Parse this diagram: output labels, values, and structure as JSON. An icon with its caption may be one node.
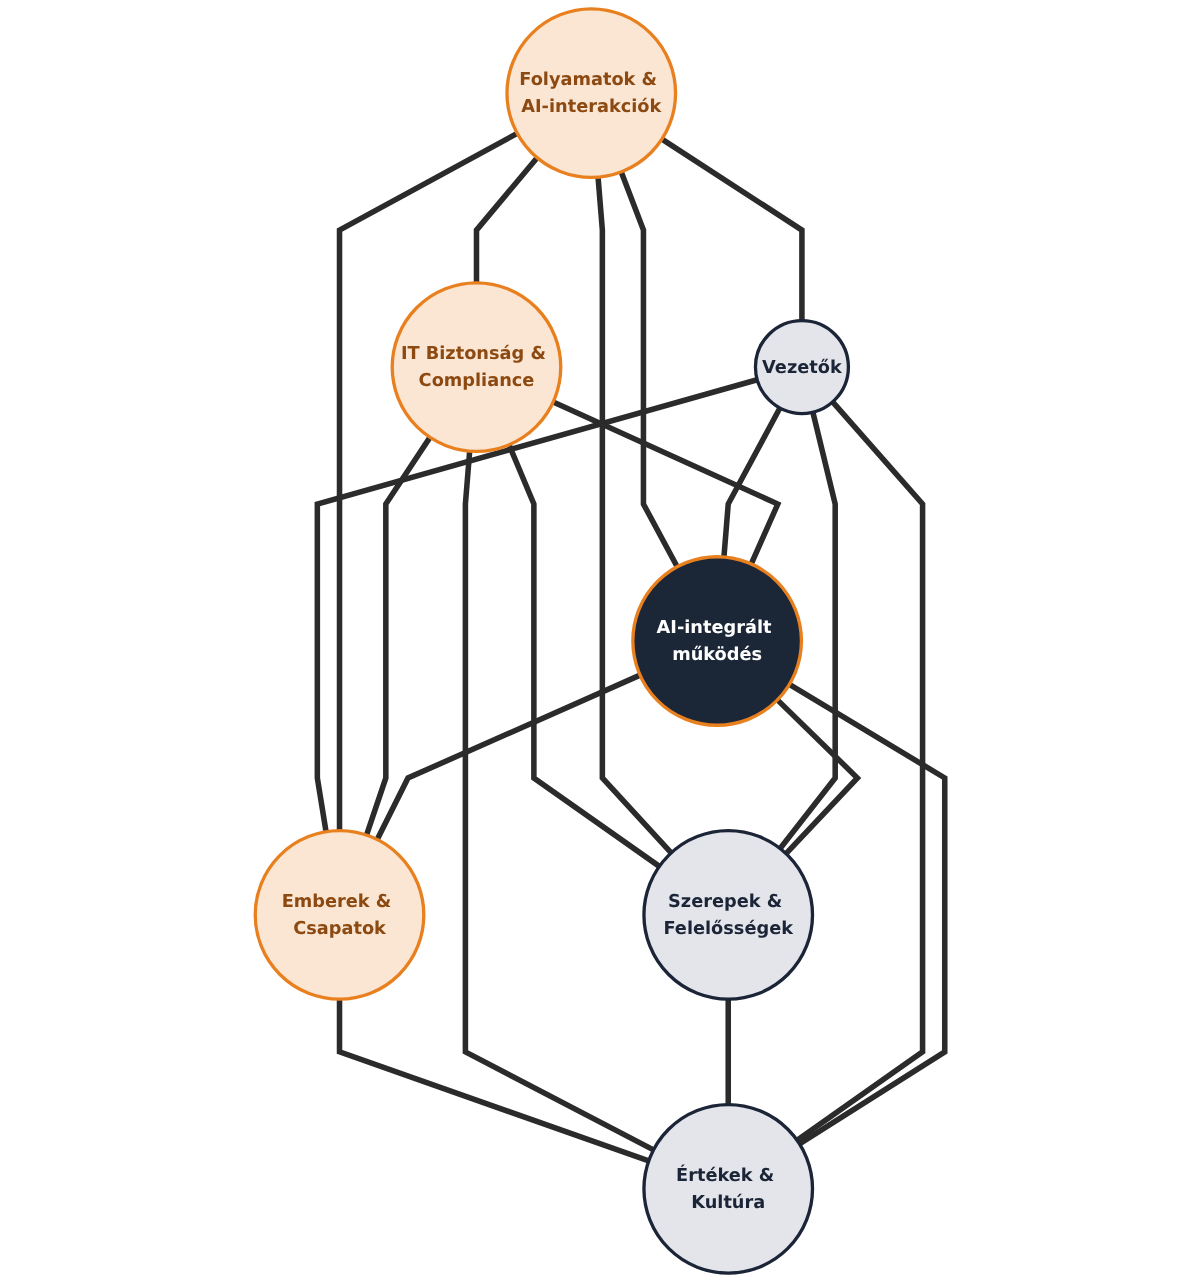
{
  "diagram": {
    "nodes": [
      {
        "text": [
          "Folyamatok & AI-interakciók"
        ]
      },
      {
        "text": [
          "Vezetők"
        ]
      },
      {
        "text": [
          "Szerepek & Felelősségek"
        ]
      },
      {
        "text": [
          "AI-integrált működés"
        ]
      },
      {
        "text": [
          "Emberek & Csapatok"
        ]
      },
      {
        "text": [
          "IT Biztonság & Compliance"
        ]
      },
      {
        "text": [
          "Értékek & Kultúra"
        ]
      }
    ],
    "edges": [
      {
        "from": 0,
        "to": 1,
        "arrow": "none"
      },
      {
        "from": 1,
        "to": 4,
        "arrow": "none"
      },
      {
        "from": 4,
        "to": 6,
        "arrow": "none"
      },
      {
        "from": 5,
        "to": 6,
        "arrow": "none"
      },
      {
        "from": 5,
        "to": 2,
        "arrow": "none"
      },
      {
        "from": 0,
        "to": 2,
        "arrow": "none"
      },
      {
        "from": 0,
        "to": 4,
        "arrow": "none"
      },
      {
        "from": 5,
        "to": 4,
        "arrow": "none"
      },
      {
        "from": 0,
        "to": 5,
        "arrow": "none"
      },
      {
        "from": 1,
        "to": 2,
        "arrow": "none"
      },
      {
        "from": 2,
        "to": 6,
        "arrow": "none"
      },
      {
        "from": 1,
        "to": 6,
        "arrow": "none"
      },
      {
        "from": 0,
        "to": 3,
        "arrow": "none"
      },
      {
        "from": 1,
        "to": 3,
        "arrow": "none"
      },
      {
        "from": 5,
        "to": 3,
        "arrow": "none"
      },
      {
        "from": 3,
        "to": 2,
        "arrow": "none"
      },
      {
        "from": 3,
        "to": 4,
        "arrow": "none"
      },
      {
        "from": 3,
        "to": 6,
        "arrow": "none"
      }
    ]
  }
}
